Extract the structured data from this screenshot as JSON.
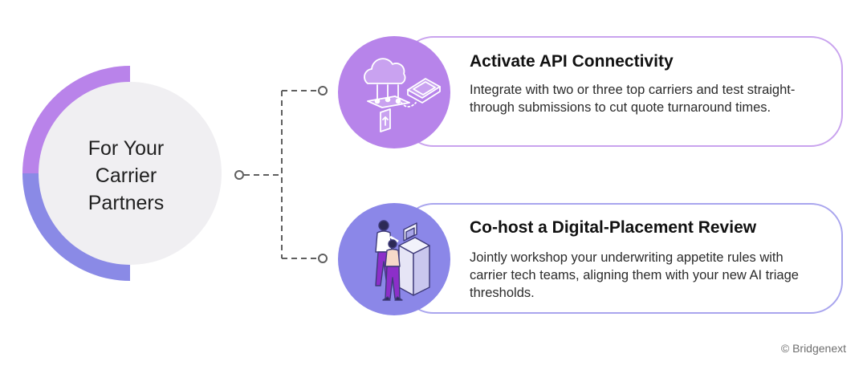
{
  "hub": {
    "title_lines": [
      "For Your",
      "Carrier",
      "Partners"
    ],
    "colors": {
      "arc_top": "#b983ea",
      "arc_bottom": "#8a8ae6",
      "fill": "#f0eff2"
    }
  },
  "cards": [
    {
      "title": "Activate API Connectivity",
      "description": "Integrate with two or three top carriers and test straight-through submissions to cut quote turnaround times.",
      "icon": "cloud-api-connectivity-icon",
      "circle_color": "#b784ea",
      "border_color": "#c9a3ee"
    },
    {
      "title": "Co-host a Digital-Placement Review",
      "description": "Jointly workshop your underwriting appetite rules with carrier tech teams, aligning them with your new AI triage thresholds.",
      "icon": "people-at-workstation-icon",
      "circle_color": "#8b87e8",
      "border_color": "#a9a5ee"
    }
  ],
  "footer": {
    "copyright": "© Bridgenext"
  }
}
